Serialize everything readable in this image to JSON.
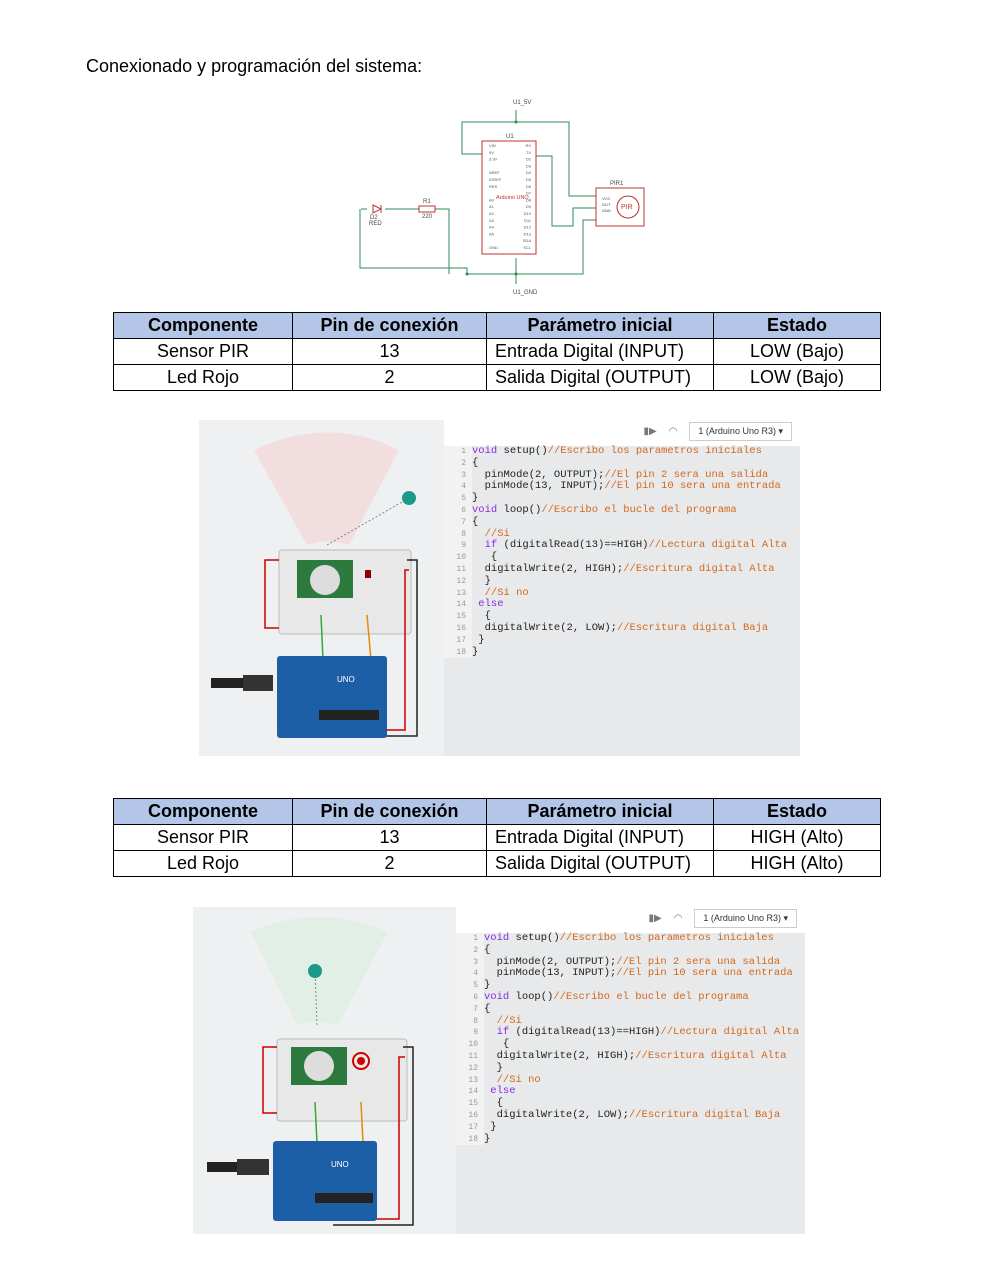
{
  "heading": "Conexionado y programación del sistema:",
  "schematic": {
    "top_label": "U1_5V",
    "bottom_label": "U1_GND",
    "arduino_label": "U1",
    "arduino_name": "Arduino UNO",
    "pir_ref": "PIR1",
    "pir_label": "PIR",
    "pir_pins": [
      "VCC",
      "OUT",
      "GND"
    ],
    "resistor_ref": "R1",
    "resistor_value": "220",
    "led_ref": "D2",
    "led_value": "RED",
    "left_pins": [
      "VIN",
      "5V",
      "3.3V",
      "",
      "AREF",
      "IOREF",
      "RES",
      "",
      "A0",
      "A1",
      "A2",
      "A3",
      "A4",
      "A5",
      "",
      "GND"
    ],
    "right_pins": [
      "RX",
      "TX",
      "D2",
      "D3",
      "D4",
      "D5",
      "D6",
      "D7",
      "D8",
      "D9",
      "D10",
      "D11",
      "D12",
      "D13",
      "SDA",
      "SCL"
    ]
  },
  "table1": {
    "headers": [
      "Componente",
      "Pin de conexión",
      "Parámetro inicial",
      "Estado"
    ],
    "rows": [
      [
        "Sensor PIR",
        "13",
        "Entrada Digital (INPUT)",
        "LOW (Bajo)"
      ],
      [
        "Led Rojo",
        "2",
        "Salida Digital (OUTPUT)",
        "LOW (Bajo)"
      ]
    ]
  },
  "table2": {
    "headers": [
      "Componente",
      "Pin de conexión",
      "Parámetro inicial",
      "Estado"
    ],
    "rows": [
      [
        "Sensor PIR",
        "13",
        "Entrada Digital (INPUT)",
        "HIGH (Alto)"
      ],
      [
        "Led Rojo",
        "2",
        "Salida Digital (OUTPUT)",
        "HIGH (Alto)"
      ]
    ]
  },
  "sim": {
    "board_select": "1 (Arduino Uno R3)",
    "arduino_text": "UNO",
    "code": [
      [
        [
          "kw",
          "void"
        ],
        [
          "tx",
          " setup()"
        ],
        [
          "cm",
          "//Escribo los parametros iniciales"
        ]
      ],
      [
        [
          "tx",
          "{"
        ]
      ],
      [
        [
          "tx",
          "  pinMode(2, OUTPUT);"
        ],
        [
          "cm",
          "//El pin 2 sera una salida"
        ]
      ],
      [
        [
          "tx",
          "  pinMode(13, INPUT);"
        ],
        [
          "cm",
          "//El pin 10 sera una entrada"
        ]
      ],
      [
        [
          "tx",
          "}"
        ]
      ],
      [
        [
          "kw",
          "void"
        ],
        [
          "tx",
          " loop()"
        ],
        [
          "cm",
          "//Escribo el bucle del programa"
        ]
      ],
      [
        [
          "tx",
          "{"
        ]
      ],
      [
        [
          "cm",
          "  //Si"
        ]
      ],
      [
        [
          "kw",
          "  if"
        ],
        [
          "tx",
          " (digitalRead(13)==HIGH)"
        ],
        [
          "cm",
          "//Lectura digital Alta"
        ]
      ],
      [
        [
          "tx",
          "   {"
        ]
      ],
      [
        [
          "tx",
          "  digitalWrite(2, HIGH);"
        ],
        [
          "cm",
          "//Escritura digital Alta"
        ]
      ],
      [
        [
          "tx",
          "  }"
        ]
      ],
      [
        [
          "cm",
          "  //Si no"
        ]
      ],
      [
        [
          "kw",
          " else"
        ]
      ],
      [
        [
          "tx",
          "  {"
        ]
      ],
      [
        [
          "tx",
          "  digitalWrite(2, LOW);"
        ],
        [
          "cm",
          "//Escritura digital Baja"
        ]
      ],
      [
        [
          "tx",
          " }"
        ]
      ],
      [
        [
          "tx",
          "}"
        ]
      ]
    ]
  },
  "colors": {
    "table_header": "#b4c6e7",
    "arduino_blue": "#1d5fa6",
    "pcb_green": "#1f7a3c",
    "led_red": "#d40000"
  }
}
